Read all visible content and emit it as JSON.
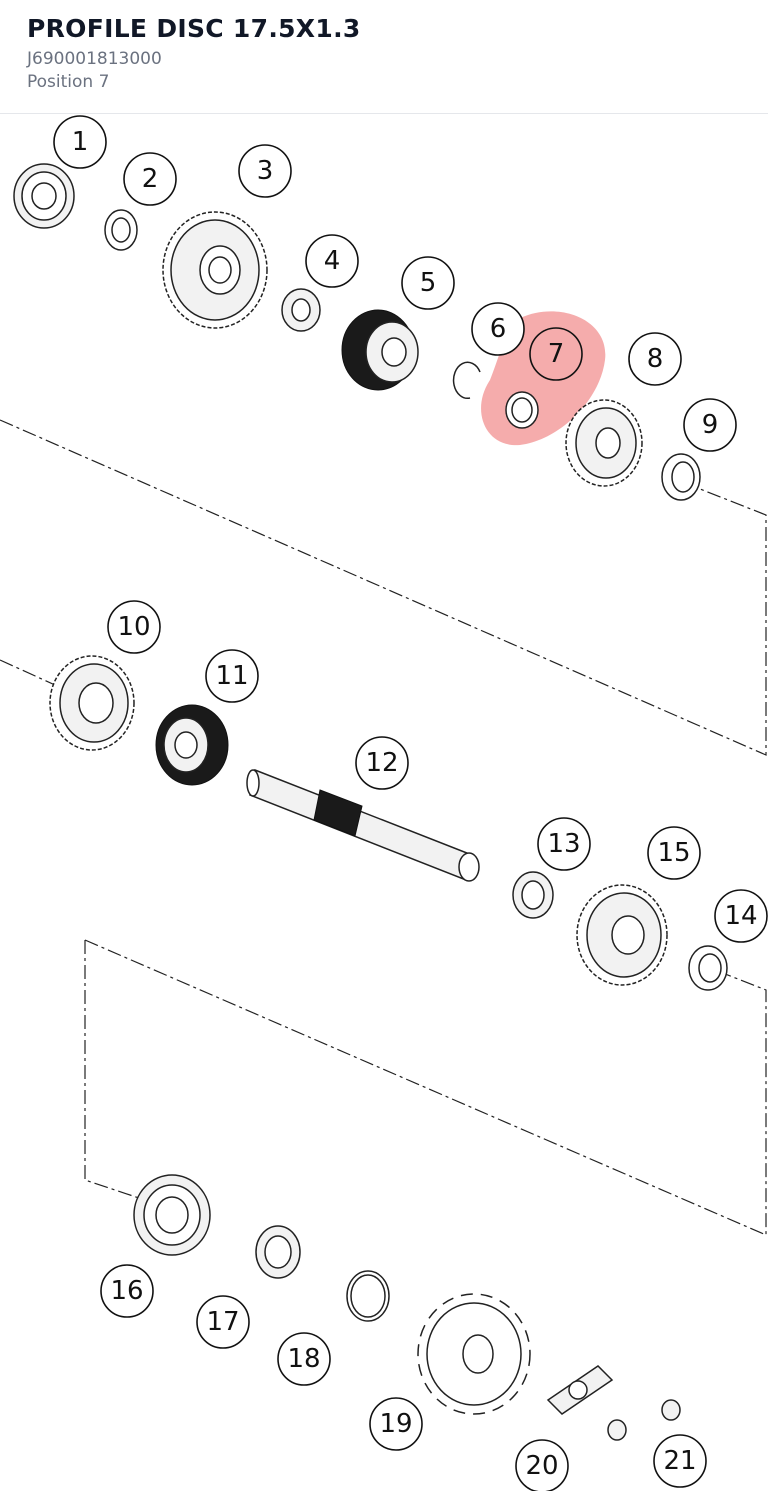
{
  "header": {
    "title": "PROFILE DISC 17.5X1.3",
    "part_number": "J690001813000",
    "position": "Position 7"
  },
  "diagram": {
    "highlight_color": "#f08080",
    "selected_position": "7",
    "callouts": [
      "1",
      "2",
      "3",
      "4",
      "5",
      "6",
      "7",
      "8",
      "9",
      "10",
      "11",
      "12",
      "13",
      "14",
      "15",
      "16",
      "17",
      "18",
      "19",
      "20",
      "21"
    ]
  }
}
